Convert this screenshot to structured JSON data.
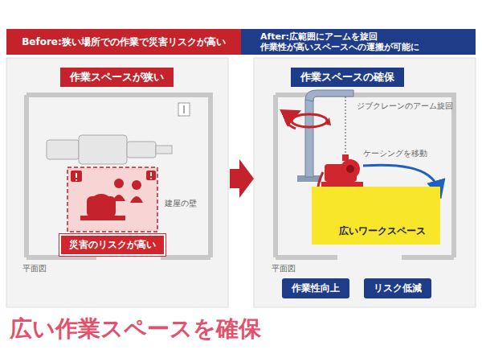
{
  "diagram": {
    "caption": "広い作業スペースを確保",
    "nodes": [
      {
        "text": [
          "Before:狭い場所での作業で災害リスクが高い"
        ]
      },
      {
        "text": [
          "After:広範囲にアームを旋回 作業性が高いスペースへの運搬が可能に"
        ]
      },
      {
        "text": [
          "作業スペースが狭い"
        ]
      },
      {
        "text": [
          "災害のリスクが高い"
        ]
      },
      {
        "text": [
          "作業スペースの確保"
        ]
      },
      {
        "text": [
          "広いワークスペース"
        ]
      },
      {
        "text": [
          "作業性向上"
        ]
      },
      {
        "text": [
          "リスク低減"
        ]
      }
    ],
    "labels": [
      "建屋の壁",
      "平面図",
      "平面図",
      "ジブクレーンのアーム旋回",
      "ケーシングを移動"
    ]
  }
}
